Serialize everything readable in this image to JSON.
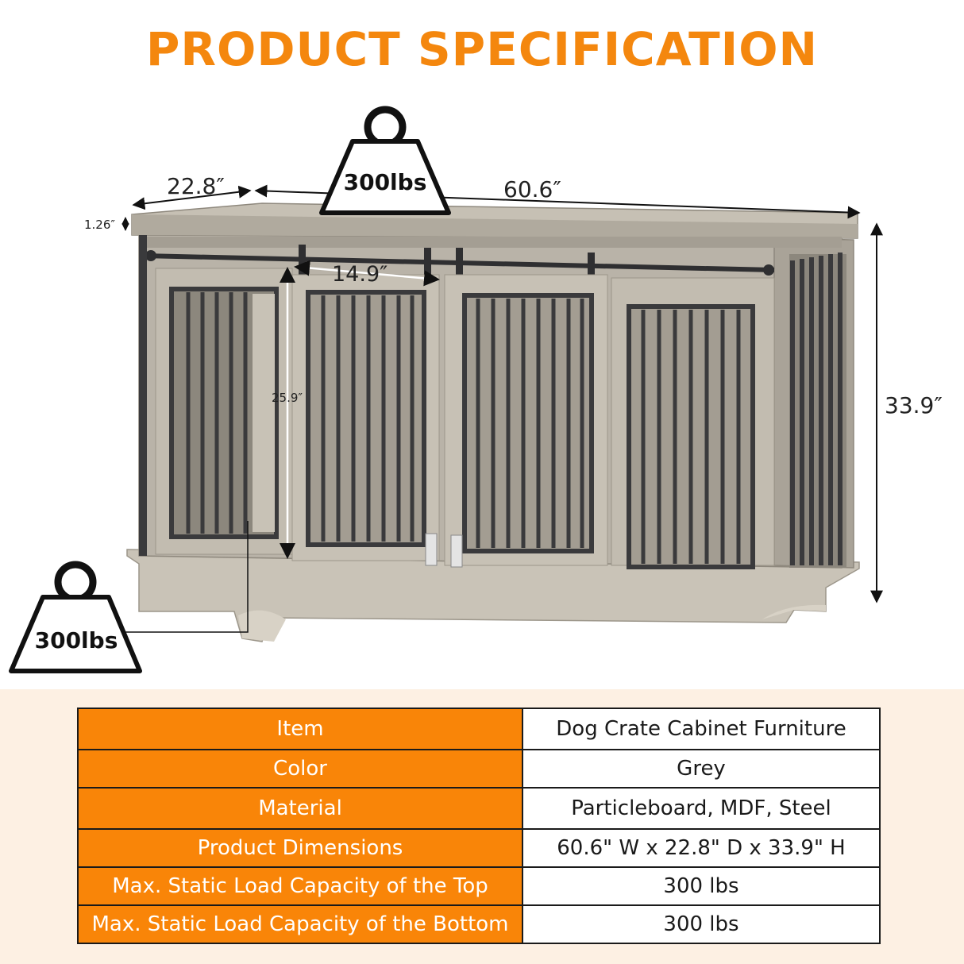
{
  "title": "PRODUCT SPECIFICATION",
  "dimensions": {
    "depth": "22.8″",
    "width": "60.6″",
    "top_thickness": "1.26″",
    "door_width": "14.9″",
    "door_height": "25.9″",
    "height": "33.9″"
  },
  "weights": {
    "top": "300lbs",
    "bottom": "300lbs"
  },
  "spec_table": [
    {
      "label": "Item",
      "value": "Dog Crate Cabinet Furniture"
    },
    {
      "label": "Color",
      "value": "Grey"
    },
    {
      "label": "Material",
      "value": "Particleboard, MDF, Steel"
    },
    {
      "label": "Product Dimensions",
      "value": "60.6\" W x 22.8\" D x 33.9\" H"
    },
    {
      "label": "Max. Static Load Capacity of the Top",
      "value": "300 lbs"
    },
    {
      "label": "Max. Static Load Capacity of the Bottom",
      "value": "300 lbs"
    }
  ],
  "colors": {
    "accent": "#f4870e",
    "table_header": "#f98508",
    "panel_bg": "#fdf0e3",
    "wood": "#b9b3a8",
    "metal": "#3a3a3c"
  }
}
